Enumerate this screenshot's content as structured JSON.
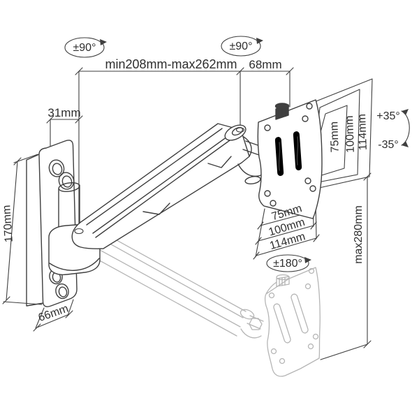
{
  "diagram": {
    "title": "Gas-spring monitor wall mount arm — dimensional line drawing",
    "colors": {
      "background": "#ffffff",
      "line": "#3f3f3f",
      "ghost_line": "#b5b5b5",
      "text": "#2e2e2e"
    },
    "rotations": {
      "wall_joint_swivel": "±90°",
      "elbow_joint_swivel": "±90°",
      "screen_rotation": "±180°",
      "tilt_up": "+35°",
      "tilt_down": "-35°"
    },
    "dims": {
      "arm_reach": "min208mm-max262mm",
      "head_depth": "68mm",
      "wall_plate_depth": "31mm",
      "wall_plate_height": "170mm",
      "wall_plate_width": "66mm",
      "height_adjustment": "max280mm",
      "vesa_vertical": [
        "75mm",
        "100mm",
        "114mm"
      ],
      "vesa_horizontal": [
        "75mm",
        "100mm",
        "114mm"
      ]
    }
  }
}
